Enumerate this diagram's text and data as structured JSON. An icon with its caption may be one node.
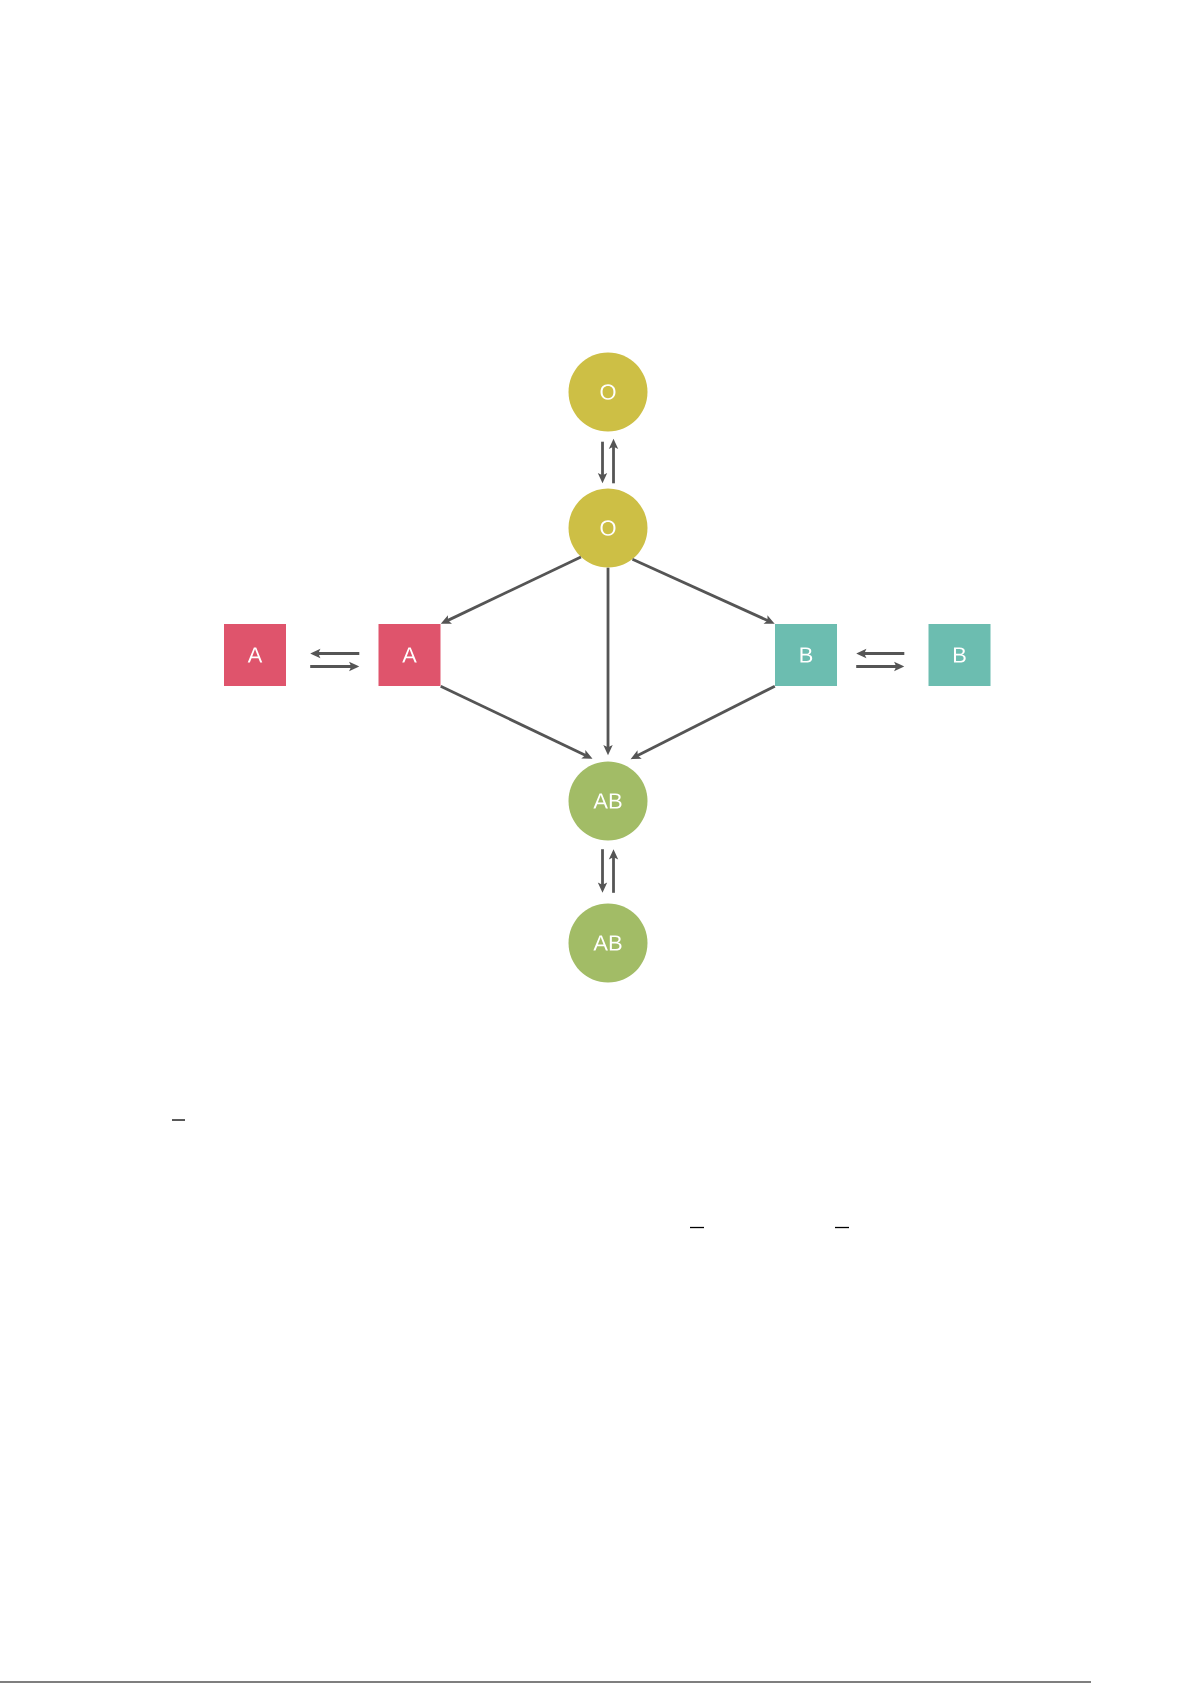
{
  "diagram": {
    "nodes": [
      {
        "text": [
          "O"
        ]
      },
      {
        "text": [
          "O"
        ]
      },
      {
        "text": [
          "A"
        ]
      },
      {
        "text": [
          "A"
        ]
      },
      {
        "text": [
          "B"
        ]
      },
      {
        "text": [
          "B"
        ]
      },
      {
        "text": [
          "AB"
        ]
      },
      {
        "text": [
          "AB"
        ]
      }
    ],
    "edges": [
      {
        "from": 0,
        "to": 1,
        "arrow": "to"
      },
      {
        "from": 1,
        "to": 0,
        "arrow": "to"
      },
      {
        "from": 1,
        "to": 3,
        "arrow": "to"
      },
      {
        "from": 1,
        "to": 6,
        "arrow": "to"
      },
      {
        "from": 1,
        "to": 4,
        "arrow": "to"
      },
      {
        "from": 3,
        "to": 2,
        "arrow": "to"
      },
      {
        "from": 2,
        "to": 3,
        "arrow": "to"
      },
      {
        "from": 5,
        "to": 4,
        "arrow": "to"
      },
      {
        "from": 4,
        "to": 5,
        "arrow": "to"
      },
      {
        "from": 3,
        "to": 6,
        "arrow": "to"
      },
      {
        "from": 4,
        "to": 6,
        "arrow": "to"
      },
      {
        "from": 6,
        "to": 7,
        "arrow": "to"
      },
      {
        "from": 7,
        "to": 6,
        "arrow": "to"
      }
    ]
  }
}
